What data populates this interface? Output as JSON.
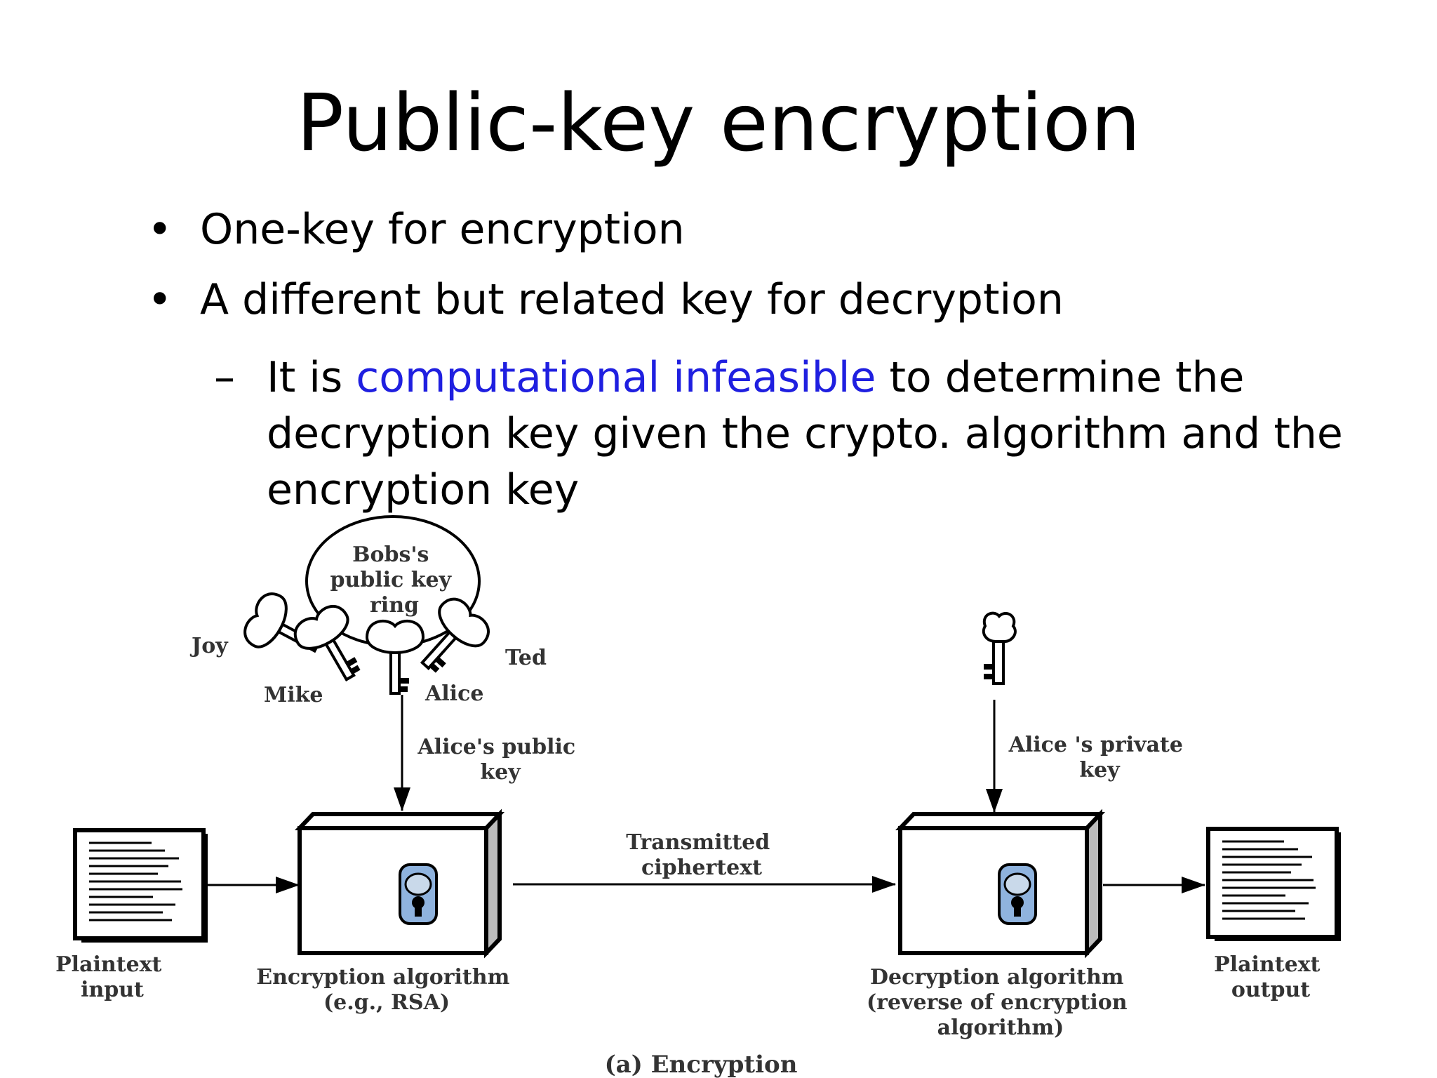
{
  "slide": {
    "title": "Public-key encryption",
    "bullets": [
      "One-key for encryption",
      "A different but related key for decryption"
    ],
    "sub_bullet": {
      "prefix": "It is ",
      "highlight": "computational infeasible",
      "suffix": " to determine the decryption key given the crypto. algorithm and the encryption key"
    },
    "colors": {
      "highlight": "#1f1fe0"
    }
  },
  "diagram": {
    "key_ring": [
      "Bobs's",
      "public key",
      "ring"
    ],
    "key_labels": {
      "joy": "Joy",
      "mike": "Mike",
      "alice": "Alice",
      "ted": "Ted"
    },
    "alice_public_key": [
      "Alice's public",
      "key"
    ],
    "alice_private_key": [
      "Alice 's private",
      "key"
    ],
    "transmitted": [
      "Transmitted",
      "ciphertext"
    ],
    "plaintext_input": [
      "Plaintext",
      "input"
    ],
    "plaintext_output": [
      "Plaintext",
      "output"
    ],
    "encryption_algorithm": [
      "Encryption algorithm",
      "(e.g., RSA)"
    ],
    "decryption_algorithm": [
      "Decryption algorithm",
      "(reverse of encryption",
      "algorithm)"
    ],
    "caption": "(a) Encryption"
  }
}
